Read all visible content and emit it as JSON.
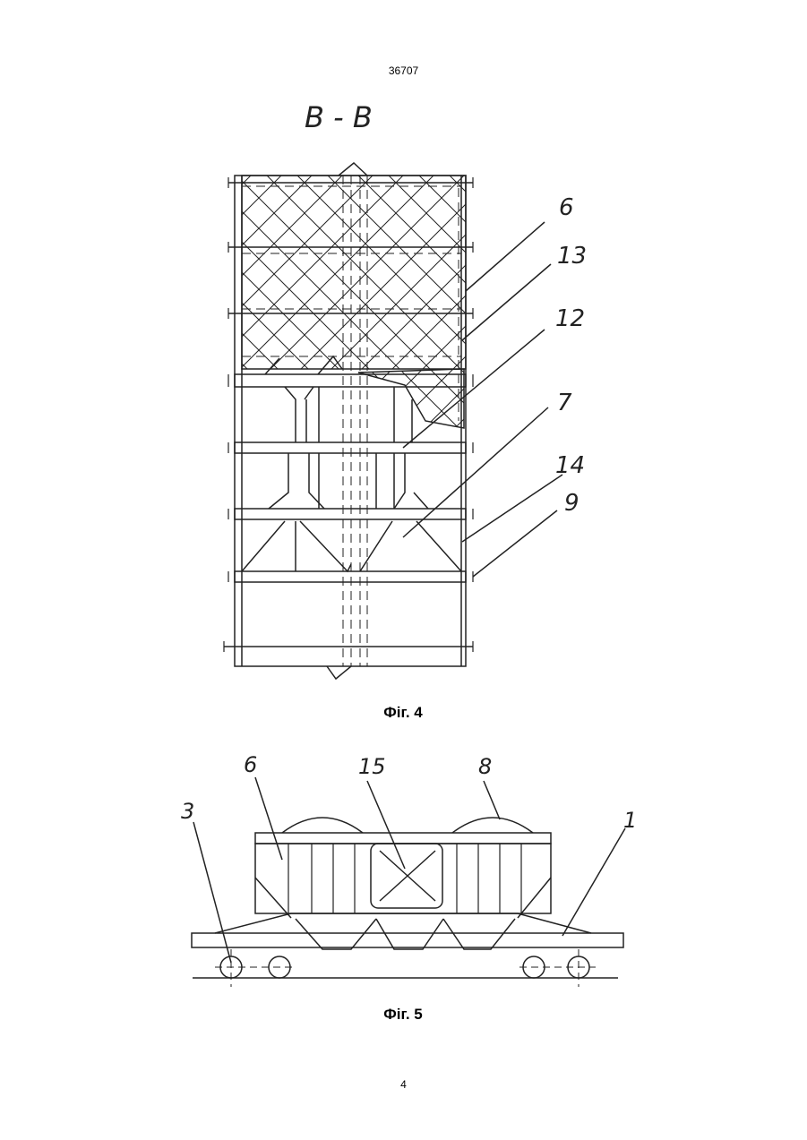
{
  "header": {
    "doc_number": "36707"
  },
  "figure4": {
    "section_label": "B - B",
    "callouts": [
      "6",
      "13",
      "12",
      "7",
      "14",
      "9"
    ],
    "caption": "Фіг. 4"
  },
  "figure5": {
    "callouts": [
      "6",
      "15",
      "8",
      "3",
      "1"
    ],
    "caption": "Фіг. 5"
  },
  "footer": {
    "page_number": "4"
  }
}
